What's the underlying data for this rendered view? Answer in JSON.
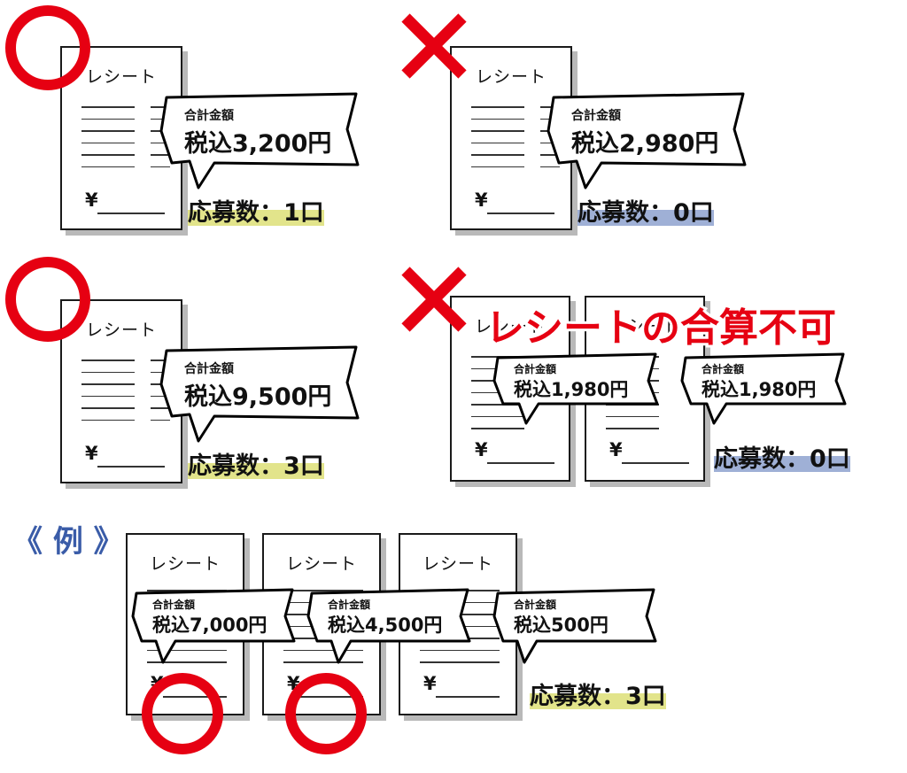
{
  "receipt_title": "レシート",
  "bubble_label": "合計金額",
  "yen_symbol": "¥",
  "marks": {
    "ok": "○",
    "ng": "×"
  },
  "colors": {
    "red": "#e60012",
    "yellow_highlight": "#e2e48b",
    "blue_highlight": "#9fb0d6",
    "example_blue": "#3a5ca8"
  },
  "icons": [
    "ok-circle-icon",
    "ng-cross-icon"
  ],
  "cases": [
    {
      "result": "ok",
      "amount": "税込3,200円",
      "entries": "応募数：1口"
    },
    {
      "result": "ng",
      "amount": "税込2,980円",
      "entries": "応募数：0口"
    },
    {
      "result": "ok",
      "amount": "税込9,500円",
      "entries": "応募数：3口"
    },
    {
      "result": "ng",
      "note": "レシートの合算不可",
      "amounts": [
        "税込1,980円",
        "税込1,980円"
      ],
      "entries": "応募数：0口"
    }
  ],
  "example": {
    "label": "《 例 》",
    "amounts": [
      "税込7,000円",
      "税込4,500円",
      "税込500円"
    ],
    "entries": "応募数：3口"
  }
}
